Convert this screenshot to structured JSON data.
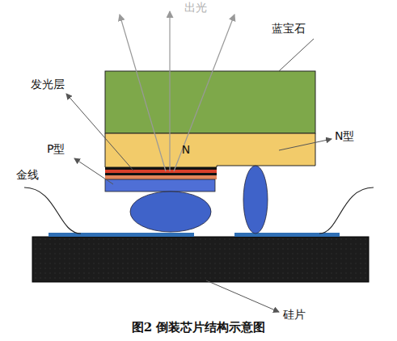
{
  "diagram": {
    "caption": "图2 倒装芯片结构示意图",
    "nodes": [
      {
        "text": [
          "N"
        ]
      }
    ],
    "labels": [
      "出光",
      "蓝宝石",
      "发光层",
      "N型",
      "P型",
      "金线",
      "硅片"
    ]
  }
}
